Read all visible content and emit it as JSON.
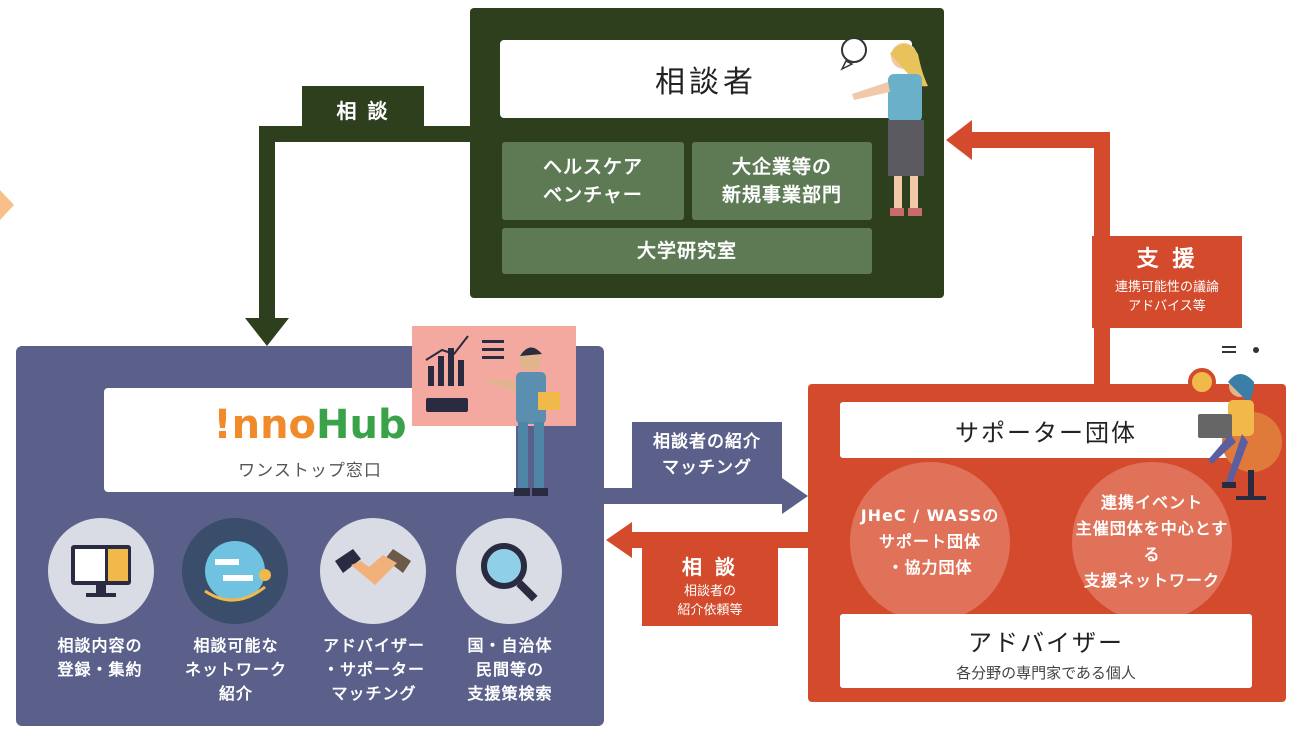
{
  "consultant": {
    "title": "相談者",
    "tiles": [
      "ヘルスケア\nベンチャー",
      "大企業等の\n新規事業部門",
      "大学研究室"
    ]
  },
  "flows": {
    "consult_top": "相 談",
    "support_title": "支 援",
    "support_sub": "連携可能性の議論\nアドバイス等",
    "intro_title": "相談者の紹介\nマッチング",
    "consult_right_title": "相 談",
    "consult_right_sub": "相談者の\n紹介依頼等"
  },
  "innohub": {
    "logo_text": "!nnoHub",
    "subtitle": "ワンストップ窓口",
    "features": [
      {
        "label": "相談内容の\n登録・集約",
        "icon": "monitor-icon"
      },
      {
        "label": "相談可能な\nネットワーク\n紹介",
        "icon": "globe-network-icon"
      },
      {
        "label": "アドバイザー\n・サポーター\nマッチング",
        "icon": "handshake-icon"
      },
      {
        "label": "国・自治体\n民間等の\n支援策検索",
        "icon": "magnifier-icon"
      }
    ],
    "colors": {
      "logo_orange": "#f08a2a",
      "logo_green": "#3aa34a"
    }
  },
  "supporter": {
    "title": "サポーター団体",
    "circle_left": "JHeC / WASSの\nサポート団体\n・協力団体",
    "circle_right": "連携イベント\n主催団体を中心とする\n支援ネットワーク",
    "advisor_title": "アドバイザー",
    "advisor_sub": "各分野の専門家である個人"
  },
  "colors": {
    "green": "#2e3f1d",
    "navy": "#5a6089",
    "red": "#d34b2c"
  }
}
